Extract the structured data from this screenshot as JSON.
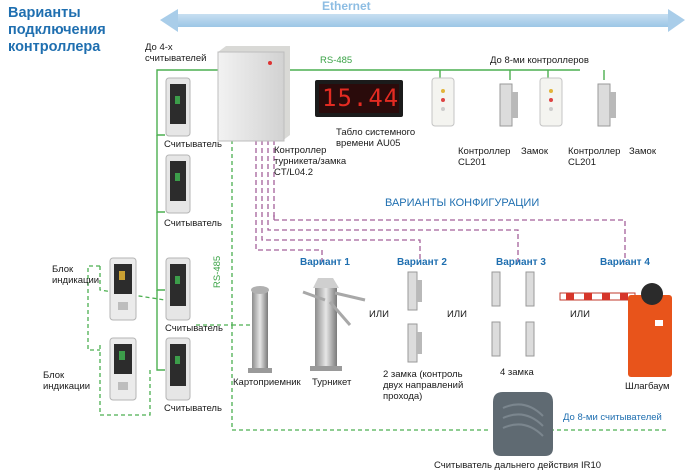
{
  "title": {
    "line1": "Варианты",
    "line2": "подключения",
    "line3": "контроллера"
  },
  "labels": {
    "ethernet": "Ethernet",
    "time_value": "15.44",
    "readers_count_1": "До 4-х",
    "readers_count_2": "считывателей",
    "rs485": "RS-485",
    "controllers_count": "До 8-ми контроллеров",
    "time_display_1": "Табло системного",
    "time_display_2": "времени AU05",
    "controller_1": "Контроллер",
    "controller_2": "турникета/замка",
    "controller_3": "CT/L04.2",
    "cl201_1a": "Контроллер",
    "cl201_1b": "CL201",
    "cl201_2a": "Контроллер",
    "cl201_2b": "CL201",
    "lock": "Замок",
    "reader": "Считыватель",
    "config_variants": "ВАРИАНТЫ КОНФИГУРАЦИИ",
    "indication_1": "Блок",
    "indication_2": "индикации",
    "variant1": "Вариант 1",
    "variant2": "Вариант 2",
    "variant3": "Вариант 3",
    "variant4": "Вариант 4",
    "or": "ИЛИ",
    "card_collector": "Картоприемник",
    "turnstile": "Турникет",
    "two_locks_1": "2 замка (контроль",
    "two_locks_2": "двух направлений",
    "two_locks_3": "прохода)",
    "four_locks": "4 замка",
    "barrier": "Шлагбаум",
    "readers_max": "До 8-ми считывателей",
    "ir10": "Считыватель дальнего действия IR10"
  },
  "colors": {
    "title": "#1f6fb0",
    "ethernet": "#8dbde3",
    "rs485_line": "#4caf50",
    "config_line": "#a4609a",
    "display_digits": "#e32b22",
    "barrier_body": "#e8541b"
  }
}
